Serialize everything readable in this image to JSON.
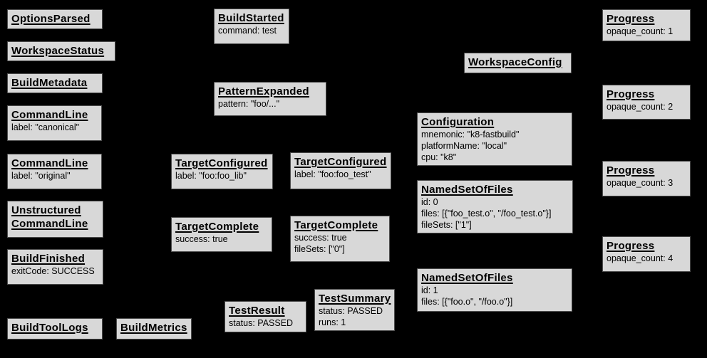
{
  "diagram": {
    "background_color": "#000000",
    "box_fill_color": "#d8d8d8",
    "box_border_color": "#4d4d4d",
    "text_color": "#000000"
  },
  "boxes": [
    {
      "title": "OptionsParsed",
      "attrs": []
    },
    {
      "title": "WorkspaceStatus",
      "attrs": []
    },
    {
      "title": "BuildMetadata",
      "attrs": []
    },
    {
      "title": "CommandLine",
      "attrs": [
        "label: \"canonical\""
      ]
    },
    {
      "title": "CommandLine",
      "attrs": [
        "label: \"original\""
      ]
    },
    {
      "title": "Unstructured",
      "title2": "CommandLine",
      "attrs": []
    },
    {
      "title": "BuildFinished",
      "attrs": [
        "exitCode: SUCCESS"
      ]
    },
    {
      "title": "BuildToolLogs",
      "attrs": []
    },
    {
      "title": "BuildMetrics",
      "attrs": []
    },
    {
      "title": "BuildStarted",
      "attrs": [
        "command: test"
      ]
    },
    {
      "title": "PatternExpanded",
      "attrs": [
        "pattern: \"foo/...\""
      ]
    },
    {
      "title": "TargetConfigured",
      "attrs": [
        "label: \"foo:foo_lib\""
      ]
    },
    {
      "title": "TargetConfigured",
      "attrs": [
        "label: \"foo:foo_test\""
      ]
    },
    {
      "title": "TargetComplete",
      "attrs": [
        "success: true"
      ]
    },
    {
      "title": "TargetComplete",
      "attrs": [
        "success: true",
        "fileSets: [\"0\"]"
      ]
    },
    {
      "title": "TestResult",
      "attrs": [
        "status: PASSED"
      ]
    },
    {
      "title": "TestSummary",
      "attrs": [
        "status: PASSED",
        "runs: 1"
      ]
    },
    {
      "title": "WorkspaceConfig",
      "attrs": []
    },
    {
      "title": "Configuration",
      "attrs": [
        "mnemonic: \"k8-fastbuild\"",
        "platformName: \"local\"",
        "cpu: \"k8\""
      ]
    },
    {
      "title": "NamedSetOfFiles",
      "attrs": [
        "id: 0",
        "files: [{\"foo_test.o\", \"/foo_test.o\"}]",
        "fileSets: [\"1\"]"
      ]
    },
    {
      "title": "NamedSetOfFiles",
      "attrs": [
        "id: 1",
        "files: [{\"foo.o\", \"/foo.o\"}]"
      ]
    },
    {
      "title": "Progress",
      "attrs": [
        "opaque_count: 1"
      ]
    },
    {
      "title": "Progress",
      "attrs": [
        "opaque_count: 2"
      ]
    },
    {
      "title": "Progress",
      "attrs": [
        "opaque_count: 3"
      ]
    },
    {
      "title": "Progress",
      "attrs": [
        "opaque_count: 4"
      ]
    }
  ]
}
